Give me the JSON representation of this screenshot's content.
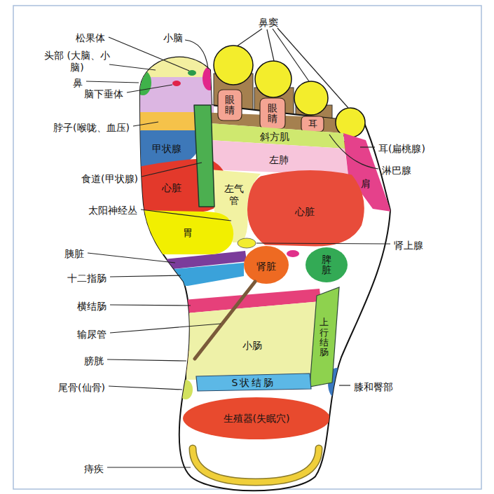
{
  "diagram": {
    "nodes": [
      {
        "text": [
          "眼睛"
        ]
      },
      {
        "text": [
          "眼睛"
        ]
      },
      {
        "text": [
          "耳"
        ]
      },
      {
        "text": [
          "斜方肌"
        ]
      },
      {
        "text": [
          "甲状腺"
        ]
      },
      {
        "text": [
          "左肺"
        ]
      },
      {
        "text": [
          "肩"
        ]
      },
      {
        "text": [
          "心脏"
        ]
      },
      {
        "text": [
          "左气管"
        ]
      },
      {
        "text": [
          "心脏"
        ]
      },
      {
        "text": [
          "胃"
        ]
      },
      {
        "text": [
          "肾脏"
        ]
      },
      {
        "text": [
          "脾脏"
        ]
      },
      {
        "text": [
          "小肠"
        ]
      },
      {
        "text": [
          "上行结肠"
        ]
      },
      {
        "text": [
          "S状结肠"
        ]
      },
      {
        "text": [
          "生殖器(失眠穴)"
        ]
      }
    ],
    "labels": [
      "鼻窦",
      "松果体",
      "小脑",
      "头部 (大脑、小脑)",
      "鼻",
      "脑下垂体",
      "脖子(喉咙、血压)",
      "耳(扁桃腺)",
      "淋巴腺",
      "食道(甲状腺)",
      "太阳神经丛",
      "肾上腺",
      "胰脏",
      "十二指肠",
      "横结肠",
      "输尿管",
      "膀胱",
      "尾骨(仙骨)",
      "膝和臀部",
      "痔疾"
    ]
  }
}
